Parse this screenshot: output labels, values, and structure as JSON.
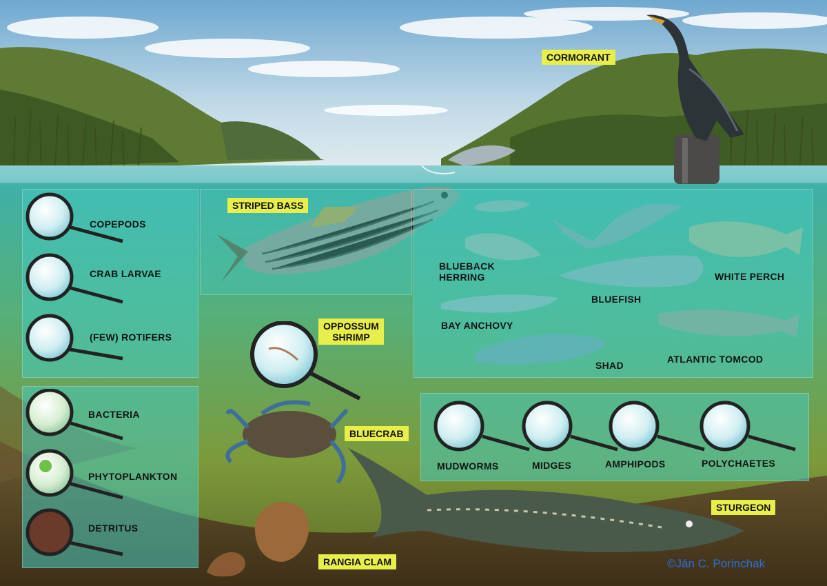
{
  "labels": {
    "cormorant": "CORMORANT",
    "striped_bass": "STRIPED BASS",
    "copepods": "COPEPODS",
    "crab_larvae": "CRAB LARVAE",
    "rotifers": "(FEW) ROTIFERS",
    "bacteria": "BACTERIA",
    "phytoplankton": "PHYTOPLANKTON",
    "detritus": "DETRITUS",
    "blueback_herring_1": "BLUEBACK",
    "blueback_herring_2": "HERRING",
    "bluefish": "BLUEFISH",
    "white_perch": "WHITE PERCH",
    "bay_anchovy": "BAY ANCHOVY",
    "shad": "SHAD",
    "atlantic_tomcod": "ATLANTIC TOMCOD",
    "oppossum_shrimp_1": "OPPOSSUM",
    "oppossum_shrimp_2": "SHRIMP",
    "bluecrab": "BLUECRAB",
    "mudworms": "MUDWORMS",
    "midges": "MIDGES",
    "amphipods": "AMPHIPODS",
    "polychaetes": "POLYCHAETES",
    "sturgeon": "STURGEON",
    "rangia_clam": "RANGIA CLAM"
  },
  "credit": "©Ján C. Porinchak",
  "colors": {
    "label_tag": "#e8ee4a",
    "panel": "#46c8be",
    "credit": "#2a70d8"
  }
}
